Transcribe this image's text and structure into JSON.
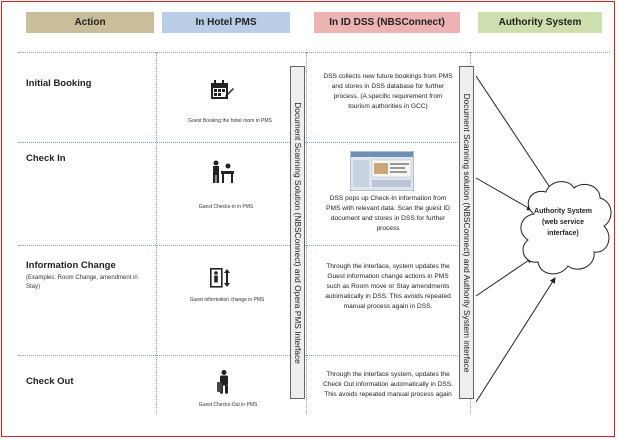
{
  "headers": {
    "action": "Action",
    "pms": "In Hotel PMS",
    "dss": "In ID DSS (NBSConnect)",
    "authority": "Authority System"
  },
  "header_colors": {
    "action": "#c9be9a",
    "pms": "#b9cde6",
    "dss": "#edb2b2",
    "authority": "#cddfae"
  },
  "rows": [
    {
      "title": "Initial Booking",
      "subtitle": "",
      "pms_icon": "calendar-edit-icon",
      "pms_caption": "Guest Booking the hotel room in PMS",
      "dss_text": "DSS collects new future bookings from PMS and stores in DSS database for further process. (A specific requirement from tourism authorities in GCC)"
    },
    {
      "title": "Check In",
      "subtitle": "",
      "pms_icon": "check-in-desk-icon",
      "pms_caption": "Guest Checks-in in PMS",
      "dss_text": "DSS pops up Check-In information from PMS with relevant data. Scan the guest ID document and stores in DSS for further process"
    },
    {
      "title": "Information Change",
      "subtitle": "(Examples: Room Change, amendment in Stay)",
      "pms_icon": "room-change-icon",
      "pms_caption": "Guest information change in PMS",
      "dss_text": "Through the interface, system updates the Guest information change actions in PMS such as Room move or Stay amendments automatically in DSS. This avoids repeated manual process again in DSS."
    },
    {
      "title": "Check Out",
      "subtitle": "",
      "pms_icon": "luggage-icon",
      "pms_caption": "Guest Checks-Out in PMS",
      "dss_text": "Through the interface system, updates the Check Out information automatically in DSS. This avoids repeated manual process again"
    }
  ],
  "interface_bar_left": "Document Scanning Solution (NBSConnect) and Opera PMS Interface",
  "interface_bar_right": "Document Scanning solution (NBSConnect) and Authority System interface",
  "authority_cloud": "Authority System (web service interface)"
}
